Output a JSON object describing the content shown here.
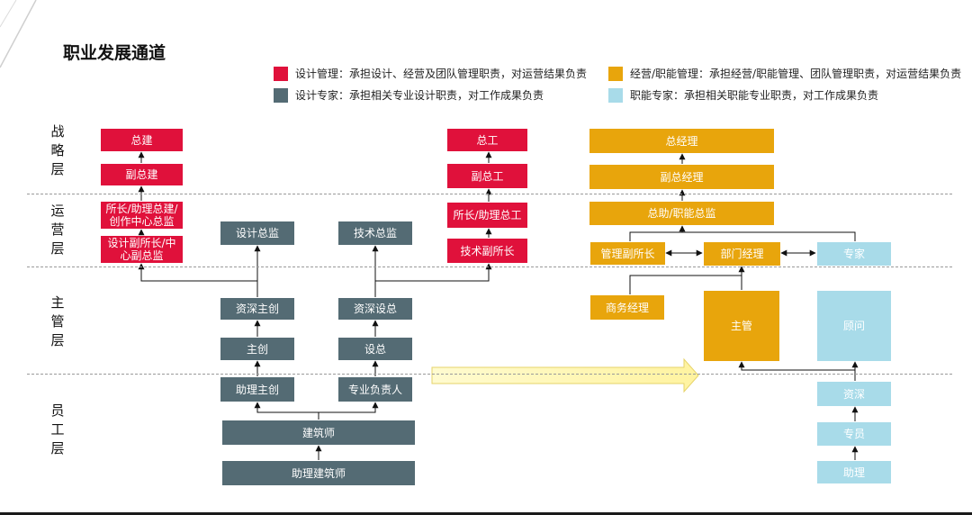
{
  "title": "职业发展通道",
  "legend": [
    {
      "color": "#e0113b",
      "text": "设计管理：承担设计、经营及团队管理职责，对运营结果负责"
    },
    {
      "color": "#546b74",
      "text": "设计专家：承担相关专业设计职责，对工作成果负责"
    },
    {
      "color": "#e8a50c",
      "text": "经营/职能管理：承担经营/职能管理、团队管理职责，对运营结果负责"
    },
    {
      "color": "#a8dbe9",
      "text": "职能专家：承担相关职能专业职责，对工作成果负责"
    }
  ],
  "layers": [
    "战略层",
    "运营层",
    "主管层",
    "员工层"
  ],
  "boxes": {
    "zongjian": "总建",
    "fuzongjian": "副总建",
    "suozhang_zongjian": "所长/助理总建/创作中心总监",
    "sheji_fusuozhang": "设计副所长/中心副总监",
    "sheji_zongjian": "设计总监",
    "jishu_zongjian": "技术总监",
    "zishen_zhuchuang": "资深主创",
    "zishen_shezong": "资深设总",
    "zhuchuang": "主创",
    "shezong": "设总",
    "zhuli_zhuchuang": "助理主创",
    "zhuanye_fuzeren": "专业负责人",
    "jianzhushi": "建筑师",
    "zhuli_jianzhushi": "助理建筑师",
    "zonggong": "总工",
    "fuzonggong": "副总工",
    "suozhang_zonggong": "所长/助理总工",
    "jishu_fusuozhang": "技术副所长",
    "zongjingli": "总经理",
    "fuzongjingli": "副总经理",
    "zongzhu_zhineng": "总助/职能总监",
    "guanli_fusuozhang": "管理副所长",
    "bumen_jingli": "部门经理",
    "zhuanjia": "专家",
    "shangwu_jingli": "商务经理",
    "zhuguan": "主管",
    "guwen": "顾问",
    "zishen": "资深",
    "zhuanyuan": "专员",
    "zhuli": "助理"
  }
}
